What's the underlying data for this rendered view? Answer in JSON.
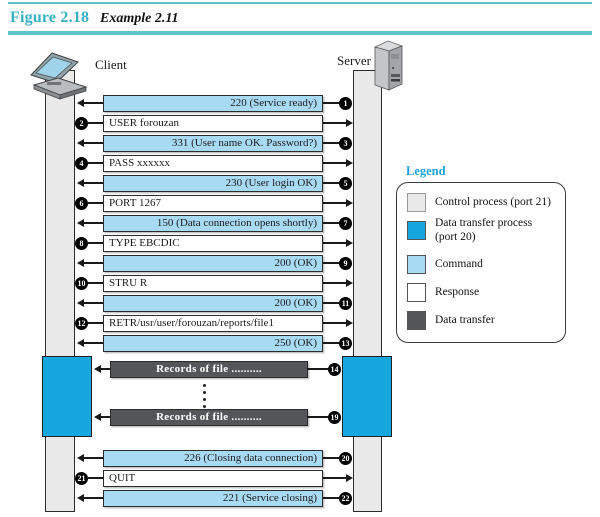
{
  "header": {
    "figure_label": "Figure 2.18",
    "figure_title": "Example 2.11"
  },
  "diagram": {
    "client_label": "Client",
    "server_label": "Server",
    "messages": [
      {
        "num": "1",
        "type": "response",
        "text": "220 (Service ready)"
      },
      {
        "num": "2",
        "type": "command",
        "text": "USER forouzan"
      },
      {
        "num": "3",
        "type": "response",
        "text": "331 (User name OK. Password?)"
      },
      {
        "num": "4",
        "type": "command",
        "text": "PASS xxxxxx"
      },
      {
        "num": "5",
        "type": "response",
        "text": "230 (User login OK)"
      },
      {
        "num": "6",
        "type": "command",
        "text": "PORT 1267"
      },
      {
        "num": "7",
        "type": "response",
        "text": "150 (Data connection opens shortly)"
      },
      {
        "num": "8",
        "type": "command",
        "text": "TYPE EBCDIC"
      },
      {
        "num": "9",
        "type": "response",
        "text": "200 (OK)"
      },
      {
        "num": "10",
        "type": "command",
        "text": "STRU R"
      },
      {
        "num": "11",
        "type": "response",
        "text": "200 (OK)"
      },
      {
        "num": "12",
        "type": "command",
        "text": "RETR/usr/user/forouzan/reports/file1"
      },
      {
        "num": "13",
        "type": "response",
        "text": "250 (OK)"
      },
      {
        "num": "14",
        "type": "data",
        "text": "Records of file .........."
      },
      {
        "num": "19",
        "type": "data",
        "text": "Records of file .........."
      },
      {
        "num": "20",
        "type": "response",
        "text": "226 (Closing data connection)"
      },
      {
        "num": "21",
        "type": "command",
        "text": "QUIT"
      },
      {
        "num": "22",
        "type": "response",
        "text": "221 (Service closing)"
      }
    ]
  },
  "legend": {
    "title": "Legend",
    "items": [
      {
        "swatch": "control-process",
        "label": "Control process (port 21)"
      },
      {
        "swatch": "data-transfer-process",
        "label": "Data transfer process (port 20)"
      },
      {
        "swatch": "command",
        "label": "Command"
      },
      {
        "swatch": "response",
        "label": "Response"
      },
      {
        "swatch": "data-transfer",
        "label": "Data transfer"
      }
    ]
  },
  "colors": {
    "teal_rule": "#5fc4cc",
    "figure_label": "#35b1c1",
    "legend_title": "#1ba3dc",
    "control_process": "#e9e9e9",
    "data_transfer_process": "#17a7e0",
    "command_box": "#ffffff",
    "response_box": "#a9daf3",
    "data_transfer_box": "#55565a"
  }
}
